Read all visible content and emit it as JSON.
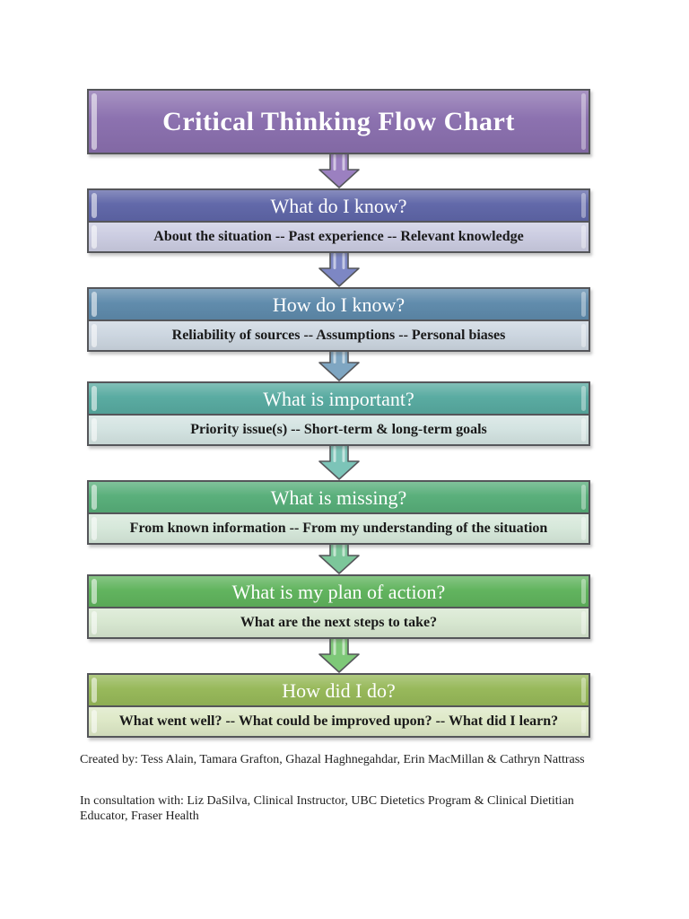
{
  "title": "Critical Thinking Flow Chart",
  "colors": {
    "outline": "#55565a",
    "title_fill": "#8a6fae",
    "title_arrow": "#9b80c0"
  },
  "steps": [
    {
      "question": "What do I know?",
      "details": "About the situation -- Past experience -- Relevant knowledge",
      "header_fill": "#5f66a8",
      "panel_fill": "#cbcce1",
      "arrow_above": "#9b80c0"
    },
    {
      "question": "How do I know?",
      "details": "Reliability of sources -- Assumptions -- Personal biases",
      "header_fill": "#5e8aab",
      "panel_fill": "#ccd6e0",
      "arrow_above": "#7d87c4"
    },
    {
      "question": "What is important?",
      "details": "Priority issue(s) -- Short-term & long-term goals",
      "header_fill": "#57aaa0",
      "panel_fill": "#d3e3e1",
      "arrow_above": "#7fa6c2"
    },
    {
      "question": "What is missing?",
      "details": "From known information -- From my understanding of the situation",
      "header_fill": "#57ae79",
      "panel_fill": "#d6e8da",
      "arrow_above": "#7cc4b8"
    },
    {
      "question": "What is my plan of action?",
      "details": "What are the next steps to take?",
      "header_fill": "#5fb35c",
      "panel_fill": "#d7e7d0",
      "arrow_above": "#7cc69a"
    },
    {
      "question": "How did I do?",
      "details": "What went well? -- What could be improved upon? -- What did I learn?",
      "header_fill": "#96b858",
      "panel_fill": "#dde8c6",
      "arrow_above": "#7ec878"
    }
  ],
  "credits": {
    "created_by": "Created by: Tess Alain, Tamara Grafton, Ghazal Haghnegahdar, Erin MacMillan & Cathryn Nattrass",
    "consultation_line1": "In consultation with: Liz DaSilva, Clinical Instructor, UBC Dietetics Program & Clinical Dietitian",
    "consultation_line2": "Educator, Fraser Health"
  }
}
